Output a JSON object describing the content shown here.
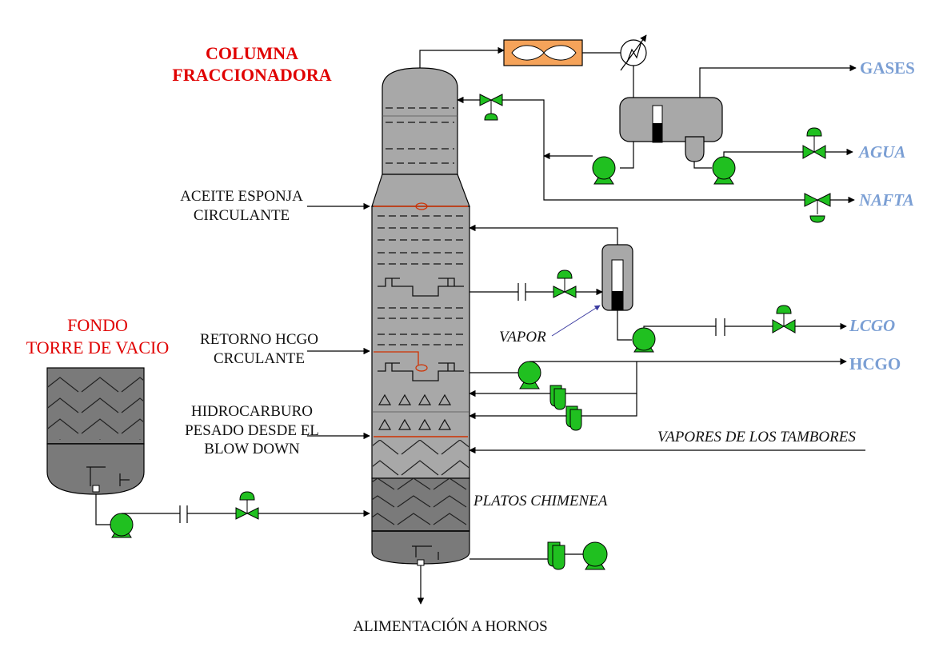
{
  "title": {
    "line1": "COLUMNA",
    "line2": "FRACCIONADORA"
  },
  "vacuum_tower": {
    "line1": "FONDO",
    "line2": "TORRE DE VACIO"
  },
  "outputs": {
    "gases": "GASES",
    "agua": "AGUA",
    "nafta": "NAFTA",
    "lcgo": "LCGO",
    "hcgo": "HCGO"
  },
  "inputs": {
    "aceite_1": "ACEITE ESPONJA",
    "aceite_2": "CIRCULANTE",
    "retorno_1": "RETORNO HCGO",
    "retorno_2": "CRCULANTE",
    "hidro_1": "HIDROCARBURO",
    "hidro_2": "PESADO DESDE EL",
    "hidro_3": "BLOW DOWN",
    "vapor": "VAPOR",
    "vapores_tambores": "VAPORES DE LOS TAMBORES",
    "platos_chimenea": "PLATOS CHIMENEA"
  },
  "bottom_label": "ALIMENTACIÓN A HORNOS",
  "colors": {
    "equipment_gray": "#a8a8a8",
    "dark_section": "#7a7a7a",
    "pump_green": "#20c020",
    "label_red": "#e00000",
    "product_blue": "#7b9fd4",
    "heat_exchanger_orange": "#f5a35a"
  },
  "icons": [
    "pump-icon",
    "control-valve-icon",
    "orifice-plate-icon",
    "heat-exchanger-icon",
    "condenser-icon",
    "reflux-drum-icon",
    "stripper-icon"
  ]
}
